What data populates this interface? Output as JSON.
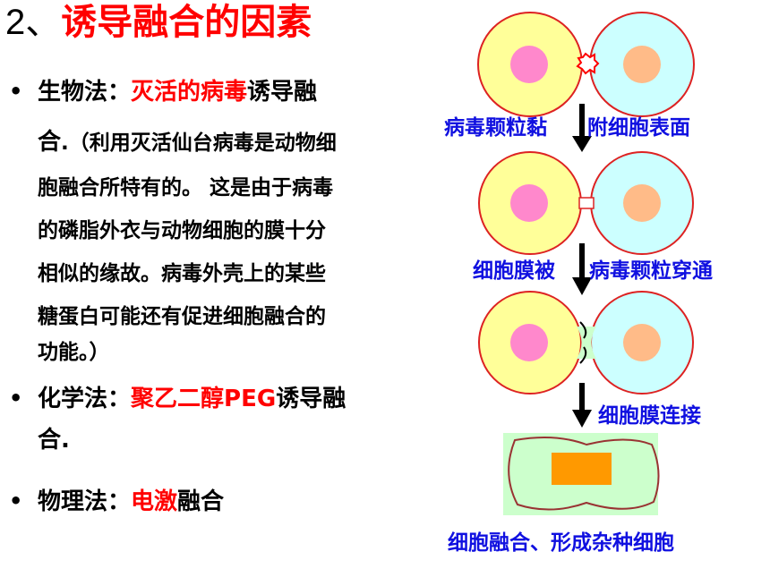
{
  "title": {
    "number": "2、",
    "text": "诱导融合的因素"
  },
  "bullets": {
    "bio": {
      "label": "生物法：",
      "method": "灭活的病毒",
      "tail": "诱导融",
      "line2_a": "合",
      "line2_b": ".（利用灭活仙台病毒是动物细",
      "line3": "胞融合所特有的。 这是由于病毒",
      "line4": "的磷脂外衣与动物细胞的膜十分",
      "line5": "相似的缘故。病毒外壳上的某些",
      "line6": "糖蛋白可能还有促进细胞融合的",
      "line7": "功能。）"
    },
    "chem": {
      "label": "化学法：",
      "method": "聚乙二醇PEG",
      "tail": "诱导融",
      "line2": "合."
    },
    "phys": {
      "label": "物理法：",
      "method": "电激",
      "tail": "融合"
    }
  },
  "diagram": {
    "caption1_a": "病毒颗粒黏",
    "caption1_b": "附细胞表面",
    "caption2_a": "细胞膜被",
    "caption2_b": "病毒颗粒穿通",
    "caption3": "细胞膜连接",
    "caption4": "细胞融合、形成杂种细胞"
  },
  "colors": {
    "accent_red": "#ff0000",
    "caption_blue": "#1010e0",
    "cell_left": "#ffff99",
    "cell_right": "#ccffff",
    "nucleus_left": "#ff88cc",
    "nucleus_right": "#ffbb88",
    "fused_bg": "#ccffcc",
    "fused_nucleus": "#ff9900",
    "membrane": "#993333"
  }
}
